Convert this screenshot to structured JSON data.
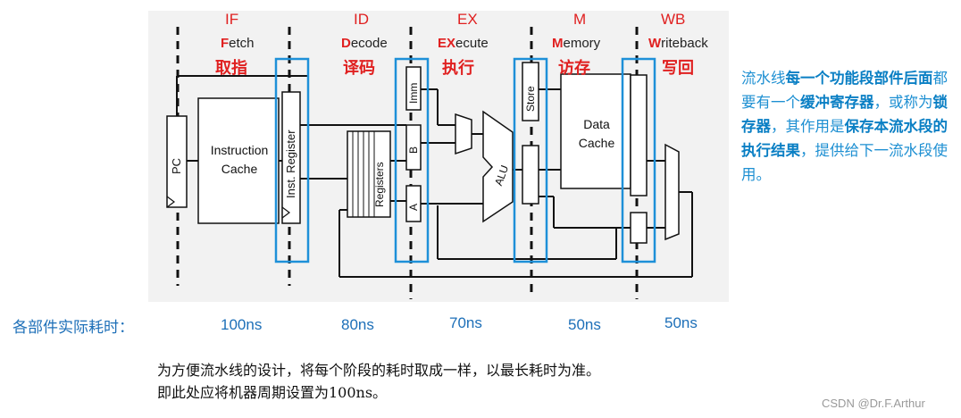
{
  "stages": [
    {
      "abbr": "IF",
      "name_first": "F",
      "name_rest": "etch",
      "zh": "取指"
    },
    {
      "abbr": "ID",
      "name_first": "D",
      "name_rest": "ecode",
      "zh": "译码"
    },
    {
      "abbr": "EX",
      "name_first": "",
      "name_rest": "Execute",
      "name_hl": "EX",
      "name_tail": "ecute",
      "zh": "执行"
    },
    {
      "abbr": "M",
      "name_first": "M",
      "name_rest": "emory",
      "zh": "访存"
    },
    {
      "abbr": "WB",
      "name_first": "W",
      "name_rest": "riteback",
      "zh": "写回"
    }
  ],
  "blocks": {
    "pc": "PC",
    "icache_line1": "Instruction",
    "icache_line2": "Cache",
    "inst_reg": "Inst. Register",
    "registers": "Registers",
    "imm": "Imm",
    "b": "B",
    "a": "A",
    "alu": "ALU",
    "store": "Store",
    "dcache_line1": "Data",
    "dcache_line2": "Cache"
  },
  "note": {
    "segments": [
      {
        "text": "流水线",
        "bold": false
      },
      {
        "text": "每一个功能段部件后面",
        "bold": true
      },
      {
        "text": "都要有一个",
        "bold": false
      },
      {
        "text": "缓冲寄存器",
        "bold": true
      },
      {
        "text": "，或称为",
        "bold": false
      },
      {
        "text": "锁存器",
        "bold": true
      },
      {
        "text": "，其作用是",
        "bold": false
      },
      {
        "text": "保存本流水段的执行结果",
        "bold": true
      },
      {
        "text": "，提供给下一流水段使用。",
        "bold": false
      }
    ]
  },
  "timing": {
    "label": "各部件实际耗时：",
    "values": [
      "100ns",
      "80ns",
      "70ns",
      "50ns",
      "50ns"
    ]
  },
  "footer": {
    "line1": "为方便流水线的设计，将每个阶段的耗时取成一样，以最长耗时为准。",
    "line2": "即此处应将机器周期设置为100ns。"
  },
  "watermark": "CSDN @Dr.F.Arthur",
  "colors": {
    "stage_red": "#e02020",
    "latch_blue": "#1e90d8",
    "note_blue": "#1d8fd2"
  }
}
